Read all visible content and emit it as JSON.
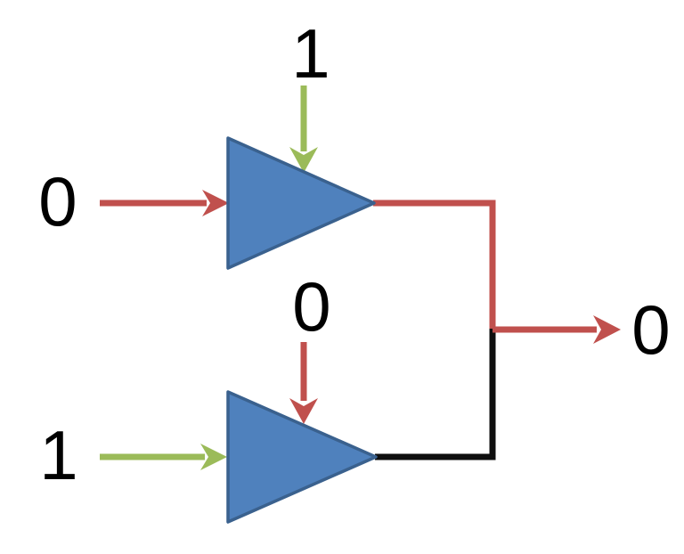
{
  "diagram": {
    "description": "Two tri-state buffers wired as a multiplexer",
    "background": "#ffffff",
    "colors": {
      "buffer_fill": "#4f81bd",
      "buffer_stroke": "#3a618e",
      "red": "#c0504d",
      "green": "#9bbb59",
      "wire_black": "#0f0f0f",
      "label": "#000000"
    },
    "labels": {
      "top_enable": "1",
      "top_input": "0",
      "bottom_enable": "0",
      "bottom_input": "1",
      "output": "0"
    }
  }
}
